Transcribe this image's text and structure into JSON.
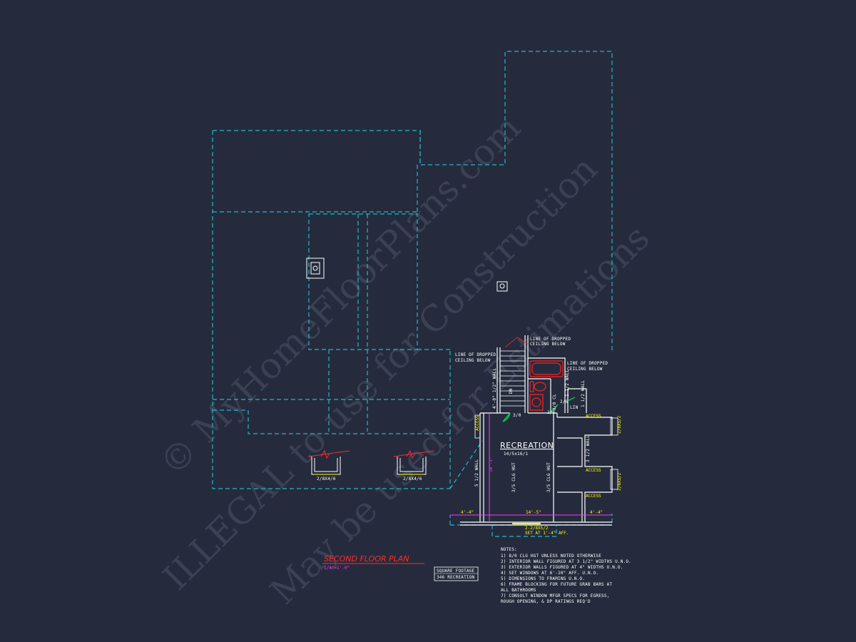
{
  "watermark": {
    "line1": "© MyHomeFloorPlans.com",
    "line2": "ILLEGAL to use for Construction",
    "line3": "May be used for Estimations"
  },
  "plan": {
    "title": "SECOND FLOOR PLAN",
    "scale": "1/4\"=1'-0\"",
    "room_name": "RECREATION",
    "room_size": "14/5x16/1",
    "square_footage_label": "SQUARE FOOTAGE",
    "square_footage_value": "346 RECREATION"
  },
  "labels": {
    "dropped_ceiling_left": [
      "LINE OF DROPPED",
      "CEILING BELOW"
    ],
    "dropped_ceiling_mid": [
      "LINE OF DROPPED",
      "CEILING BELOW"
    ],
    "dropped_ceiling_right": [
      "LINE OF DROPPED",
      "CEILING BELOW"
    ],
    "window_left": "2/8X4/6",
    "window_mid": "2/8X4/6",
    "access": "ACCESS",
    "access_window": "2/8X5/2",
    "wall_left": "5 1/2 WALL",
    "wall_stair": "4'-0\" 1/2\" WALL",
    "wall_mid": "1 1/2 WALL",
    "wall_right": "3 1/2 WALL",
    "clg_hgt_left": "3/5 CLG HGT",
    "clg_hgt_right": "3/5 CLG HGT",
    "clg_hgt_bath": "8/0 CL",
    "stair_down": "DN",
    "door_rec": "3/0",
    "door_bath": "2/6",
    "door_closet": "2/6",
    "closet": "LIN",
    "dim_left": "4'-4\"",
    "dim_mid": "14'-5\"",
    "dim_right": "4'-4\"",
    "dim_vertical": "16'-1\"",
    "window_bottom": "2-2/8X5/2",
    "window_bottom_note": "SET AT 1'-4\" AFF."
  },
  "notes": {
    "heading": "NOTES:",
    "items": [
      "1) 8/0 CLG HGT UNLESS NOTED OTHERWISE",
      "2) INTERIOR WALL FIGURED AT 3 1/2\" WIDTHS U.N.O.",
      "3) EXTERIOR WALLS FIGURED AT 4\" WIDTHS U.N.O.",
      "4) SET WINDOWS AT 6'-10\" AFF. U.N.O.",
      "5) DIMENSIONS TO FRAMING U.N.O.",
      "6) FRAME BLOCKING FOR FUTURE GRAB BARS AT",
      "   ALL BATHROOMS",
      "7) CONSULT WINDOW MFGR SPECS FOR EGRESS,",
      "   ROUGH OPENING, & DP RATINGS REQ'D"
    ]
  },
  "colors": {
    "background": "#252b3d",
    "dashed_lines": "#1fb8c8",
    "walls": "#ffffff",
    "dimensions": "#ff33ff",
    "accents": "#ffff00",
    "title": "#ff2a2a",
    "fixtures": "#ff2020",
    "doors": "#00cc44"
  }
}
